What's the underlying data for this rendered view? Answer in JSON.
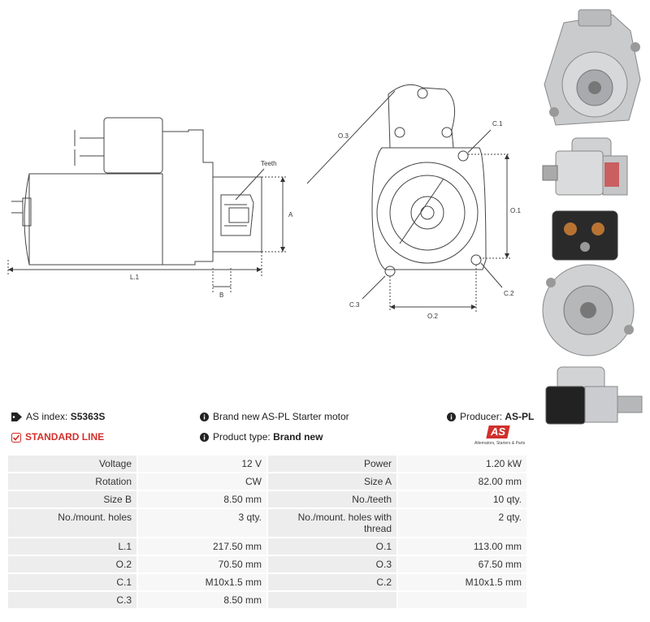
{
  "drawing_labels": {
    "teeth": "Teeth",
    "a": "A",
    "l1": "L.1",
    "b": "B",
    "o3": "O.3",
    "c1": "C.1",
    "o1": "O.1",
    "c2": "C.2",
    "c3": "C.3",
    "o2": "O.2"
  },
  "info": {
    "as_index_label": "AS index:",
    "as_index_value": "S5363S",
    "description": "Brand new AS-PL Starter motor",
    "producer_label": "Producer:",
    "producer_value": "AS-PL",
    "standard_line": "STANDARD LINE",
    "product_type_label": "Product type:",
    "product_type_value": "Brand new"
  },
  "logo": {
    "mark": "AS",
    "tagline": "Alternators, Starters & Parts"
  },
  "specs": [
    [
      "Voltage",
      "12 V",
      "Power",
      "1.20 kW"
    ],
    [
      "Rotation",
      "CW",
      "Size A",
      "82.00 mm"
    ],
    [
      "Size B",
      "8.50 mm",
      "No./teeth",
      "10 qty."
    ],
    [
      "No./mount. holes",
      "3 qty.",
      "No./mount. holes with thread",
      "2 qty."
    ],
    [
      "L.1",
      "217.50 mm",
      "O.1",
      "113.00 mm"
    ],
    [
      "O.2",
      "70.50 mm",
      "O.3",
      "67.50 mm"
    ],
    [
      "C.1",
      "M10x1.5 mm",
      "C.2",
      "M10x1.5 mm"
    ],
    [
      "C.3",
      "8.50 mm",
      "",
      ""
    ]
  ],
  "colors": {
    "accent_red": "#d0302b",
    "cell_label_bg": "#ededed",
    "cell_value_bg": "#f7f7f7"
  }
}
